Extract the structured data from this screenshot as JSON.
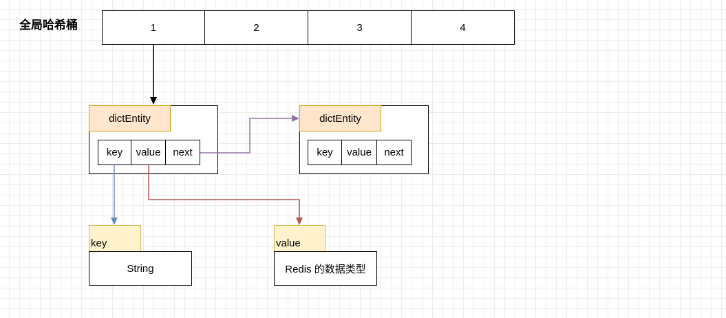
{
  "title": "全局哈希桶",
  "buckets": [
    "1",
    "2",
    "3",
    "4"
  ],
  "entity_left": {
    "header": "dictEntity",
    "fields": [
      "key",
      "value",
      "next"
    ]
  },
  "entity_right": {
    "header": "dictEntity",
    "fields": [
      "key",
      "value",
      "next"
    ]
  },
  "key_box": {
    "header": "key",
    "body": "String"
  },
  "value_box": {
    "header": "value",
    "body": "Redis 的数据类型"
  },
  "colors": {
    "arrow_bucket": "#000000",
    "arrow_next": "#9673a6",
    "arrow_key": "#6c8ebf",
    "arrow_value": "#b85450",
    "entity_header_fill": "#ffe6cc",
    "entity_header_stroke": "#d79b00",
    "type_header_fill": "#fff2cc",
    "type_header_stroke": "#d6b656"
  }
}
